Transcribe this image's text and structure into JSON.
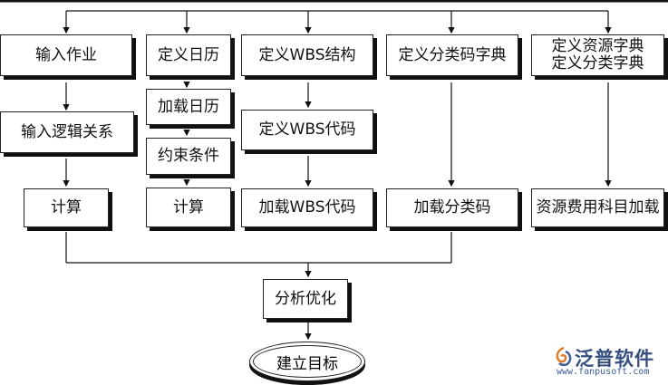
{
  "diagram": {
    "nodes": {
      "input_job": "输入作业",
      "input_logic": "输入逻辑关系",
      "calc1": "计算",
      "define_calendar": "定义日历",
      "load_calendar": "加载日历",
      "constraints": "约束条件",
      "calc2": "计算",
      "define_wbs_structure": "定义WBS结构",
      "define_wbs_code": "定义WBS代码",
      "load_wbs_code": "加载WBS代码",
      "define_class_code_dict": "定义分类码字典",
      "load_class_code": "加载分类码",
      "define_resource_dict": "定义资源字典",
      "define_class_dict": "定义分类字典",
      "load_resource_cost": "资源费用科目加载",
      "analyze_optimize": "分析优化",
      "build_target": "建立目标"
    }
  },
  "logo": {
    "brand": "泛普软件",
    "url": "www.fanpusoft.com"
  }
}
